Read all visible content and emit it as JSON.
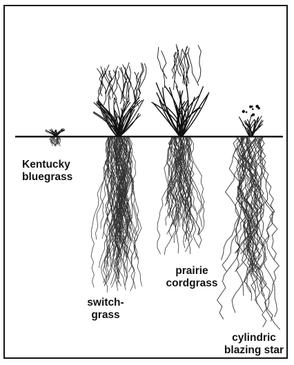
{
  "plants": [
    {
      "id": "kentucky-bluegrass",
      "label_lines": [
        "Kentucky",
        "bluegrass"
      ]
    },
    {
      "id": "switchgrass",
      "label_lines": [
        "switch-",
        "grass"
      ]
    },
    {
      "id": "prairie-cordgrass",
      "label_lines": [
        "prairie",
        "cordgrass"
      ]
    },
    {
      "id": "cylindric-blazing-star",
      "label_lines": [
        "cylindric",
        "blazing star"
      ]
    }
  ],
  "colors": {
    "ink": "#111111",
    "root": "#333333",
    "background": "#ffffff"
  }
}
